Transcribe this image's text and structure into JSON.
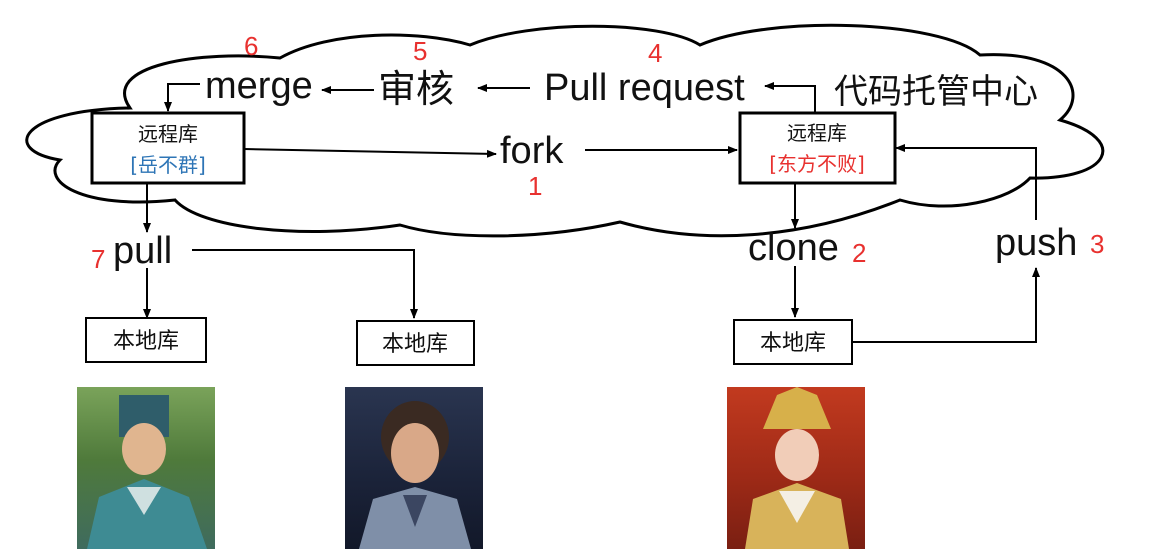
{
  "cloud_label": "代码托管中心",
  "repos": {
    "upstream": {
      "title": "远程库",
      "owner": "[岳不群]",
      "owner_color": "#2e75b6"
    },
    "fork": {
      "title": "远程库",
      "owner": "[东方不败]",
      "owner_color": "#e8312f"
    }
  },
  "local_repo_label": "本地库",
  "steps": [
    {
      "num": "1",
      "label": "fork"
    },
    {
      "num": "2",
      "label": "clone"
    },
    {
      "num": "3",
      "label": "push"
    },
    {
      "num": "4",
      "label": "Pull request"
    },
    {
      "num": "5",
      "label": "审核"
    },
    {
      "num": "6",
      "label": "merge"
    },
    {
      "num": "7",
      "label": "pull"
    }
  ],
  "photos": [
    {
      "name": "yue-buqun-photo",
      "desc": "person-in-teal-robe"
    },
    {
      "name": "linghu-chong-photo",
      "desc": "person-in-dark-outfit"
    },
    {
      "name": "dongfang-bubai-photo",
      "desc": "person-in-golden-crown"
    }
  ],
  "colors": {
    "step_number": "#e8312f",
    "line": "#000000"
  }
}
